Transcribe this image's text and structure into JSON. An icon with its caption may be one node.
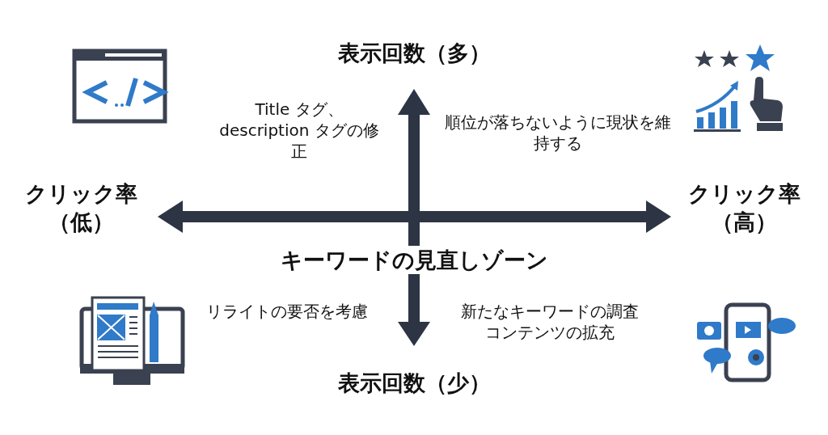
{
  "diagram": {
    "labels": [
      "表示回数（多）",
      "Title タグ、description タグの修正",
      "順位が落ちないように現状を維持する",
      "クリック率（低）",
      "クリック率（高）",
      "キーワードの見直しゾーン",
      "リライトの要否を考慮",
      "新たなキーワードの調査コンテンツの拡充",
      "表示回数（少）"
    ]
  }
}
